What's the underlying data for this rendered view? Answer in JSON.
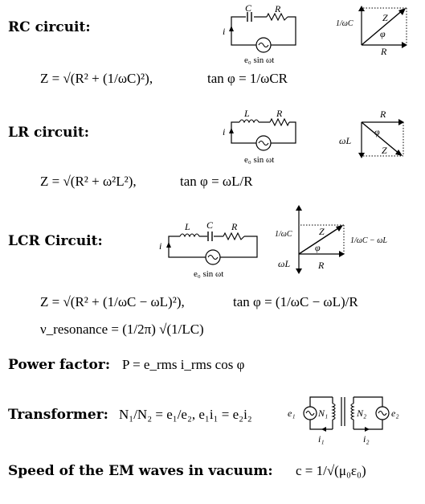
{
  "rc": {
    "heading": "RC circuit:",
    "cap_label": "C",
    "res_label": "R",
    "current_label": "i",
    "source_label": "e₀ sin ωt",
    "phasor_vertical": "1/ωC",
    "phasor_z": "Z",
    "phasor_phi": "φ",
    "phasor_r": "R",
    "z_formula": "Z = √(R² + (1/ωC)²),",
    "tan_formula": "tan φ = 1/ωCR"
  },
  "lr": {
    "heading": "LR circuit:",
    "ind_label": "L",
    "res_label": "R",
    "current_label": "i",
    "source_label": "e₀ sin ωt",
    "phasor_r": "R",
    "phasor_wl": "ωL",
    "phasor_phi": "φ",
    "phasor_z": "Z",
    "z_formula": "Z = √(R² + ω²L²),",
    "tan_formula": "tan φ = ωL/R"
  },
  "lcr": {
    "heading": "LCR Circuit:",
    "ind_label": "L",
    "cap_label": "C",
    "res_label": "R",
    "current_label": "i",
    "source_label": "e₀ sin ωt",
    "phasor_top": "1/ωC",
    "phasor_z": "Z",
    "phasor_phi": "φ",
    "phasor_right": "1/ωC − ωL",
    "phasor_wl": "ωL",
    "phasor_r": "R",
    "z_formula": "Z = √(R² + (1/ωC − ωL)²),",
    "tan_formula": "tan φ = (1/ωC − ωL)/R",
    "resonance_formula": "ν_resonance = (1/2π) √(1/LC)"
  },
  "power": {
    "heading": "Power factor:",
    "formula": "P = e_rms i_rms cos φ"
  },
  "transformer": {
    "heading": "Transformer:",
    "formula": "N₁/N₂ = e₁/e₂, e₁i₁ = e₂i₂",
    "e1": "e₁",
    "e2": "e₂",
    "n1": "N₁",
    "n2": "N₂",
    "i1": "i₁",
    "i2": "i₂"
  },
  "em": {
    "heading": "Speed of the EM waves in vacuum:",
    "formula": "c = 1/√(μ₀ε₀)"
  }
}
